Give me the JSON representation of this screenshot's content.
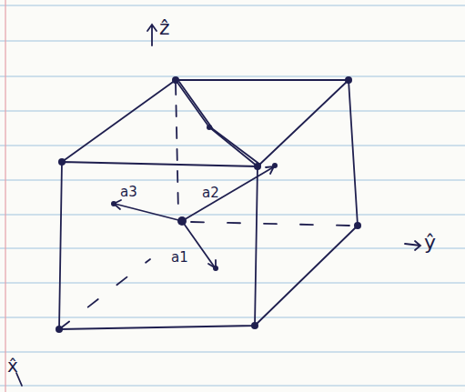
{
  "diagram": {
    "labels": [
      "ẑ",
      "a3",
      "a2",
      "a1",
      "ŷ",
      "x̂"
    ]
  }
}
